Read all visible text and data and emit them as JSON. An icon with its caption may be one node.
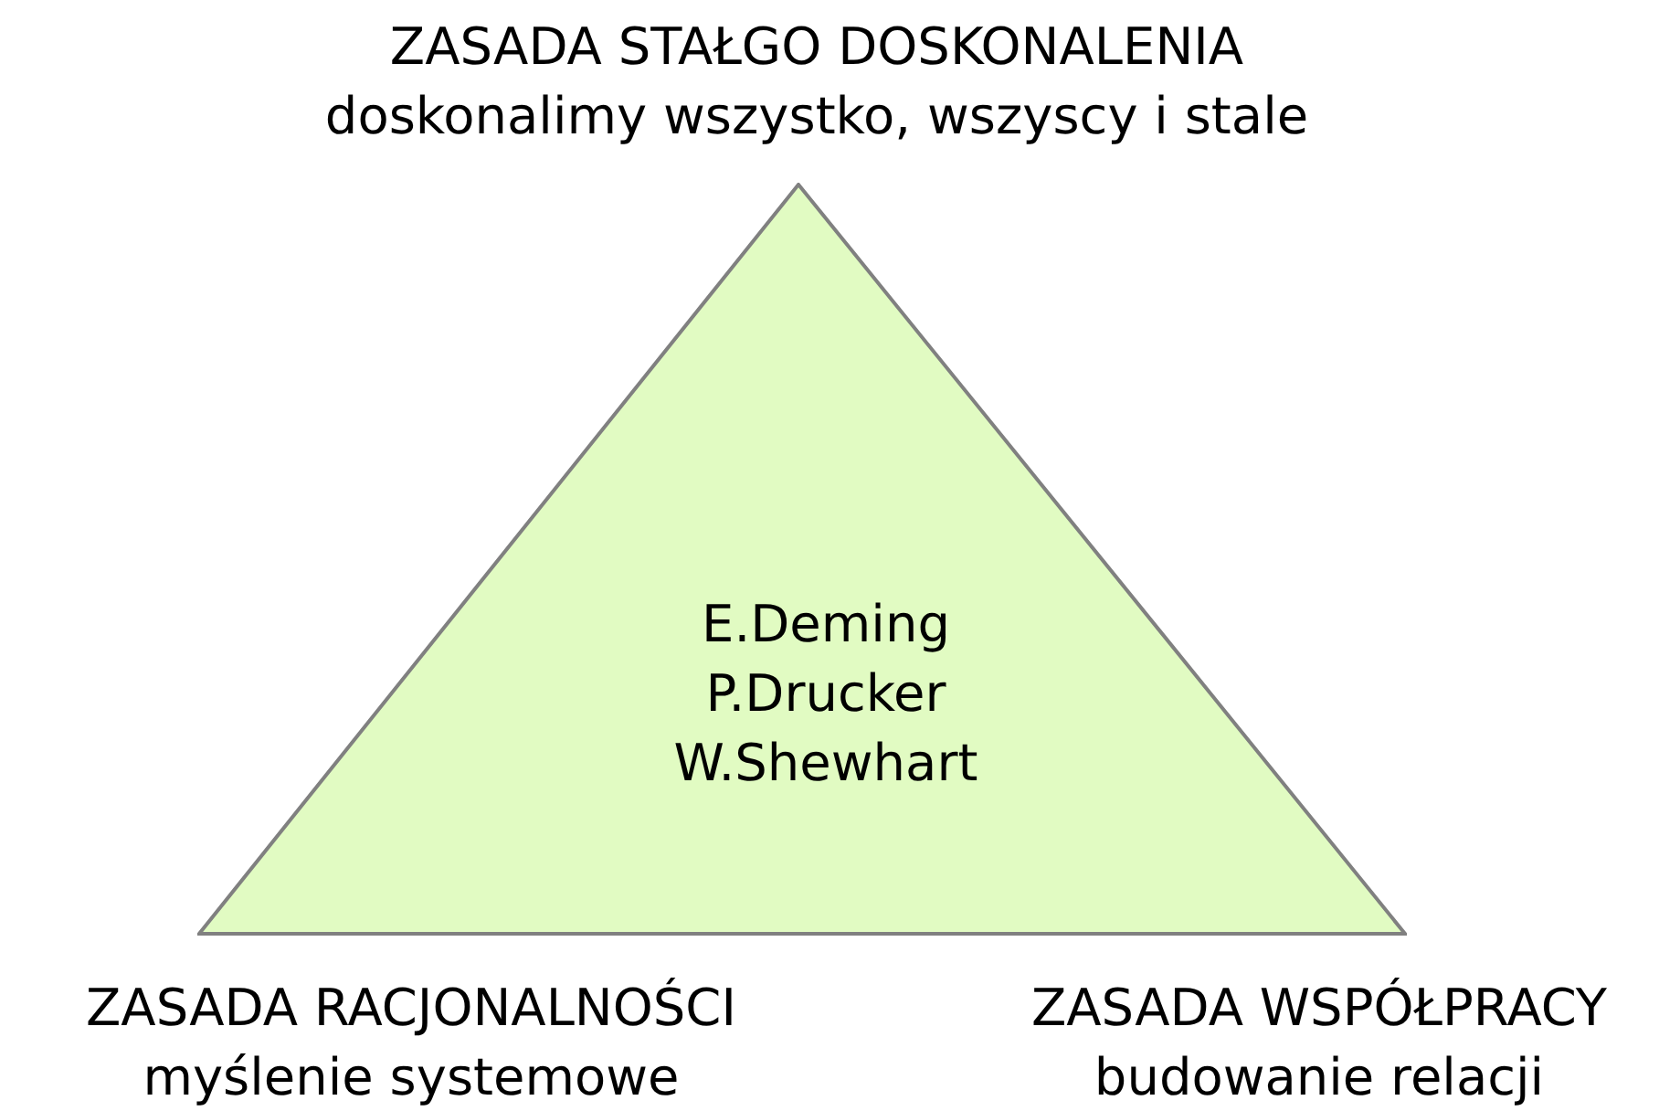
{
  "diagram": {
    "nodes": [
      {
        "text": [
          "E.Deming",
          "P.Drucker",
          "W.Shewhart"
        ]
      }
    ],
    "labels": [
      "ZASADA STAŁGO DOSKONALENIA",
      "doskonalimy wszystko, wszyscy i stale",
      "ZASADA RACJONALNOŚCI",
      "myślenie systemowe",
      "ZASADA WSPÓŁPRACY",
      "budowanie relacji"
    ]
  }
}
